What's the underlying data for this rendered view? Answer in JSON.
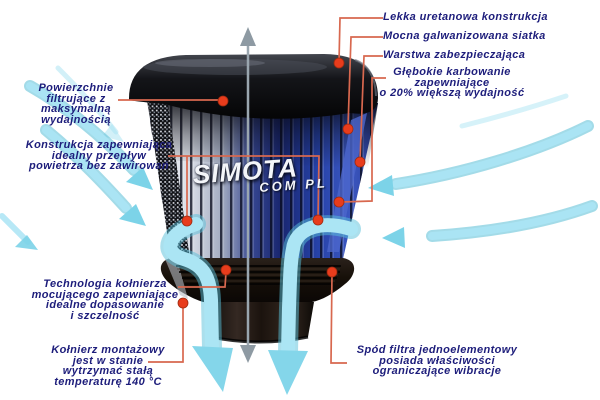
{
  "brand": {
    "line1": "SIMOTA",
    "line2": "COM PL"
  },
  "colors": {
    "label_text": "#1d1d7b",
    "callout_line": "#d8684f",
    "callout_dot": "#e83c1c",
    "airflow_arrow": "#abe5f4",
    "filter_blue": "#2c3f9b",
    "background": "#ffffff"
  },
  "labels": {
    "lekka": {
      "text": "Lekka uretanowa konstrukcja"
    },
    "mocna": {
      "text": "Mocna galwanizowana siatka"
    },
    "warstwa": {
      "text": "Warstwa zabezpieczająca"
    },
    "glebokie": {
      "lines": [
        "Głębokie karbowanie",
        "zapewniające",
        "o 20% większą wydajność"
      ]
    },
    "powierzchnie": {
      "lines": [
        "Powierzchnie",
        "filtrujące z",
        "maksymalną",
        "wydajnością"
      ]
    },
    "konstrukcja": {
      "lines": [
        "Konstrukcja zapewniająca",
        "idealny przepływ",
        "powietrza bez zawirowań"
      ]
    },
    "technologia": {
      "lines": [
        "Technologia kołnierza",
        "mocującego zapewniające",
        "idealne dopasowanie",
        "i szczelność"
      ]
    },
    "kolnierz": {
      "lines": [
        "Kołnierz montażowy",
        "jest w stanie",
        "wytrzymać stałą",
        "temperaturę 140 °C"
      ]
    },
    "spod": {
      "lines": [
        "Spód filtra jednoelementowy",
        "posiada właściwości",
        "ograniczające wibracje"
      ]
    }
  }
}
